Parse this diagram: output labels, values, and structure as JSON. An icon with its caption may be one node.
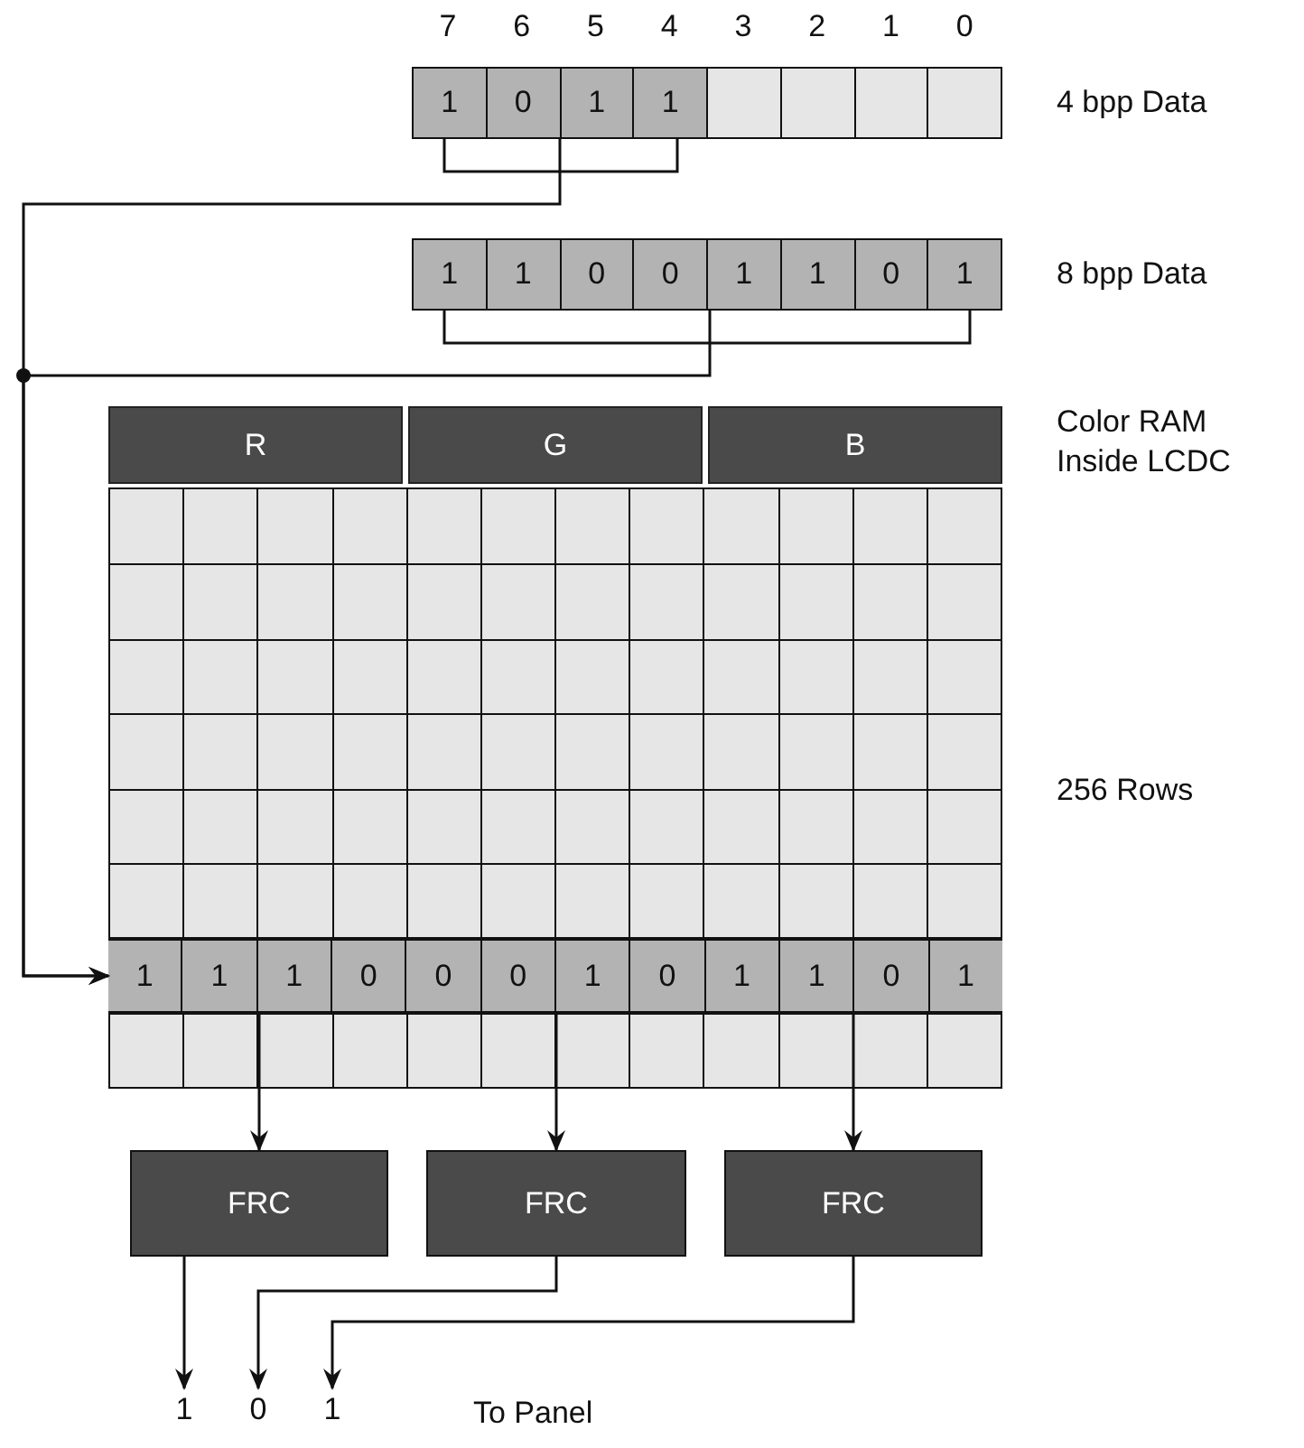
{
  "diagram": {
    "nodes": [
      {
        "text": [
          "1",
          "0",
          "1",
          "1"
        ],
        "beside": [
          "4 bpp Data"
        ]
      },
      {
        "text": [
          "1",
          "1",
          "0",
          "0",
          "1",
          "1",
          "0",
          "1"
        ],
        "beside": [
          "8 bpp Data"
        ]
      },
      {
        "text": [
          "R",
          "G",
          "B"
        ],
        "beside": [
          "Color RAM Inside LCDC",
          "256 Rows"
        ]
      },
      {
        "text": [
          "1",
          "1",
          "1",
          "0",
          "0",
          "0",
          "1",
          "0",
          "1",
          "1",
          "0",
          "1"
        ],
        "in": 2
      },
      {
        "text": [
          "FRC"
        ]
      },
      {
        "text": [
          "FRC"
        ]
      },
      {
        "text": [
          "FRC"
        ]
      },
      {
        "text": [
          "1"
        ]
      },
      {
        "text": [
          "0"
        ]
      },
      {
        "text": [
          "1"
        ]
      }
    ],
    "edges": [
      {
        "from": 0,
        "to": 3,
        "arrow": "to"
      },
      {
        "from": 1,
        "to": 3,
        "arrow": "to"
      },
      {
        "from": 3,
        "to": 4,
        "arrow": "to"
      },
      {
        "from": 3,
        "to": 5,
        "arrow": "to"
      },
      {
        "from": 3,
        "to": 6,
        "arrow": "to"
      },
      {
        "from": 4,
        "to": 7,
        "arrow": "to"
      },
      {
        "from": 5,
        "to": 8,
        "arrow": "to"
      },
      {
        "from": 6,
        "to": 9,
        "arrow": "to"
      }
    ],
    "labels": [
      "7",
      "6",
      "5",
      "4",
      "3",
      "2",
      "1",
      "0",
      "To Panel"
    ]
  }
}
